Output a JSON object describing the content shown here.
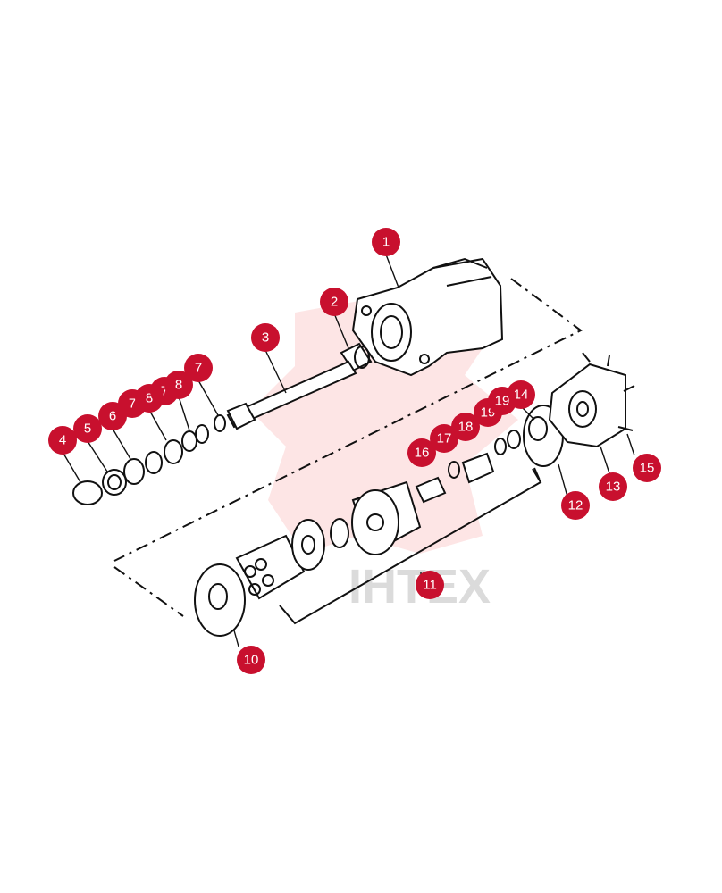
{
  "diagram": {
    "watermark_text": "IHTEX",
    "callouts": [
      {
        "label": "1",
        "part": "housing"
      },
      {
        "label": "2",
        "part": "bearing"
      },
      {
        "label": "3",
        "part": "drive-shaft"
      },
      {
        "label": "4",
        "part": "retaining-ring"
      },
      {
        "label": "5",
        "part": "shaft-seal"
      },
      {
        "label": "6",
        "part": "ring"
      },
      {
        "label": "7",
        "part": "ring"
      },
      {
        "label": "8",
        "part": "spacer"
      },
      {
        "label": "7",
        "part": "ring"
      },
      {
        "label": "8",
        "part": "spacer"
      },
      {
        "label": "7",
        "part": "ring"
      },
      {
        "label": "10",
        "part": "swash-plate"
      },
      {
        "label": "11",
        "part": "rotating-group"
      },
      {
        "label": "12",
        "part": "gasket"
      },
      {
        "label": "13",
        "part": "end-cover"
      },
      {
        "label": "14",
        "part": "bearing"
      },
      {
        "label": "15",
        "part": "bolts"
      },
      {
        "label": "16",
        "part": "pins"
      },
      {
        "label": "17",
        "part": "ring"
      },
      {
        "label": "18",
        "part": "spring"
      },
      {
        "label": "19",
        "part": "washer"
      },
      {
        "label": "19",
        "part": "washer"
      }
    ]
  }
}
